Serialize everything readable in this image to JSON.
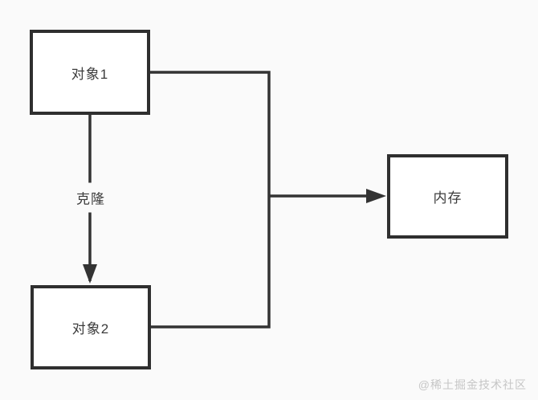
{
  "diagram": {
    "nodes": [
      {
        "id": "object1",
        "label": "对象1"
      },
      {
        "id": "object2",
        "label": "对象2"
      },
      {
        "id": "memory",
        "label": "内存"
      }
    ],
    "edges": [
      {
        "from": "object1",
        "to": "object2",
        "label": "克隆",
        "style": "arrow-down"
      },
      {
        "from": "object1",
        "to": "memory",
        "label": "",
        "style": "elbow-arrow-right"
      },
      {
        "from": "object2",
        "to": "memory",
        "label": "",
        "style": "elbow-arrow-right"
      }
    ],
    "colors": {
      "background": "#fafafa",
      "node_fill": "#ffffff",
      "node_border": "#2f2f2f",
      "line": "#333333",
      "text": "#3c3c3c",
      "watermark_text": "#c6c6c6"
    }
  },
  "watermark": {
    "text": "@稀土掘金技术社区"
  }
}
